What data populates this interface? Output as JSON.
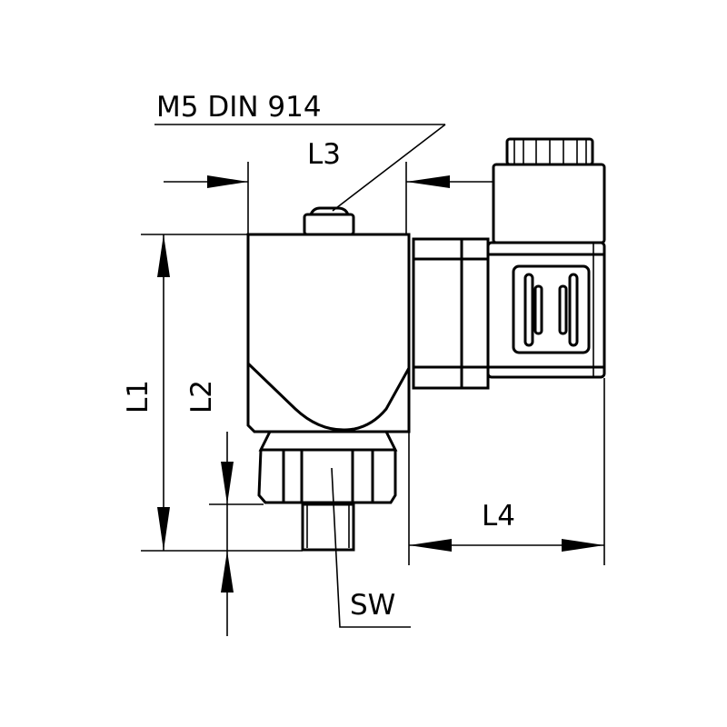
{
  "labels": {
    "screw": "M5 DIN 914",
    "l1": "L1",
    "l2": "L2",
    "l3": "L3",
    "l4": "L4",
    "sw": "SW"
  },
  "colors": {
    "line": "#000000",
    "background": "#ffffff"
  }
}
